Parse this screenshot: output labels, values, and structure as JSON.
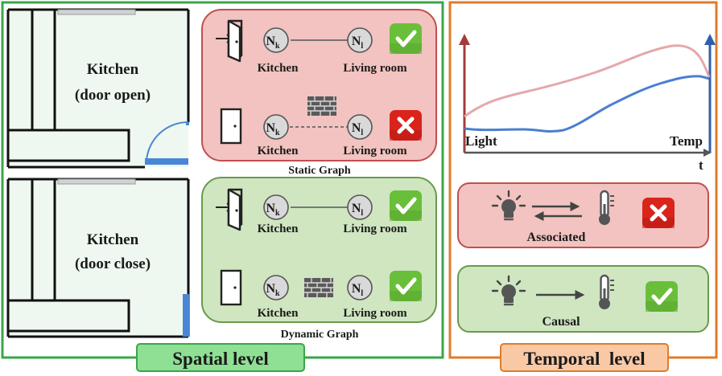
{
  "spatial": {
    "title": "Spatial level",
    "kitchen_open": {
      "line1": "Kitchen",
      "line2": "(door open)"
    },
    "kitchen_close": {
      "line1": "Kitchen",
      "line2": "(door close)"
    },
    "static_graph": {
      "caption": "Static Graph",
      "row1": {
        "node_a": "N",
        "node_a_sub": "k",
        "node_b": "N",
        "node_b_sub": "l",
        "label_a": "Kitchen",
        "label_b": "Living room"
      },
      "row2": {
        "node_a": "N",
        "node_a_sub": "k",
        "node_b": "N",
        "node_b_sub": "l",
        "label_a": "Kitchen",
        "label_b": "Living room"
      }
    },
    "dynamic_graph": {
      "caption": "Dynamic Graph",
      "row1": {
        "node_a": "N",
        "node_a_sub": "k",
        "node_b": "N",
        "node_b_sub": "l",
        "label_a": "Kitchen",
        "label_b": "Living room"
      },
      "row2": {
        "node_a": "N",
        "node_a_sub": "k",
        "node_b": "N",
        "node_b_sub": "l",
        "label_a": "Kitchen",
        "label_b": "Living room"
      }
    }
  },
  "temporal": {
    "title": "Temporal  level",
    "chart": {
      "left_label": "Light",
      "right_label": "Temp",
      "x_label": "t"
    },
    "associated_label": "Associated",
    "causal_label": "Causal"
  },
  "colors": {
    "spatial_border": "#3aa64a",
    "spatial_title_bg": "#8fdf95",
    "temporal_border": "#e07b2a",
    "temporal_title_bg": "#f9c9a6",
    "room_bg": "#eef8f1",
    "red_panel": "#f2c3c0",
    "red_border": "#c0504d",
    "green_panel": "#cfe6c1",
    "green_border": "#6a9a4c",
    "light_curve": "#e6a7ab",
    "temp_curve": "#4a7fd0",
    "check_green": "#6abf3a",
    "cross_red": "#d9241c",
    "door_blue": "#4a86d6"
  },
  "icons": [
    "door-open-icon",
    "door-closed-icon",
    "wall-icon",
    "check-icon",
    "cross-icon",
    "lightbulb-icon",
    "thermometer-icon"
  ]
}
